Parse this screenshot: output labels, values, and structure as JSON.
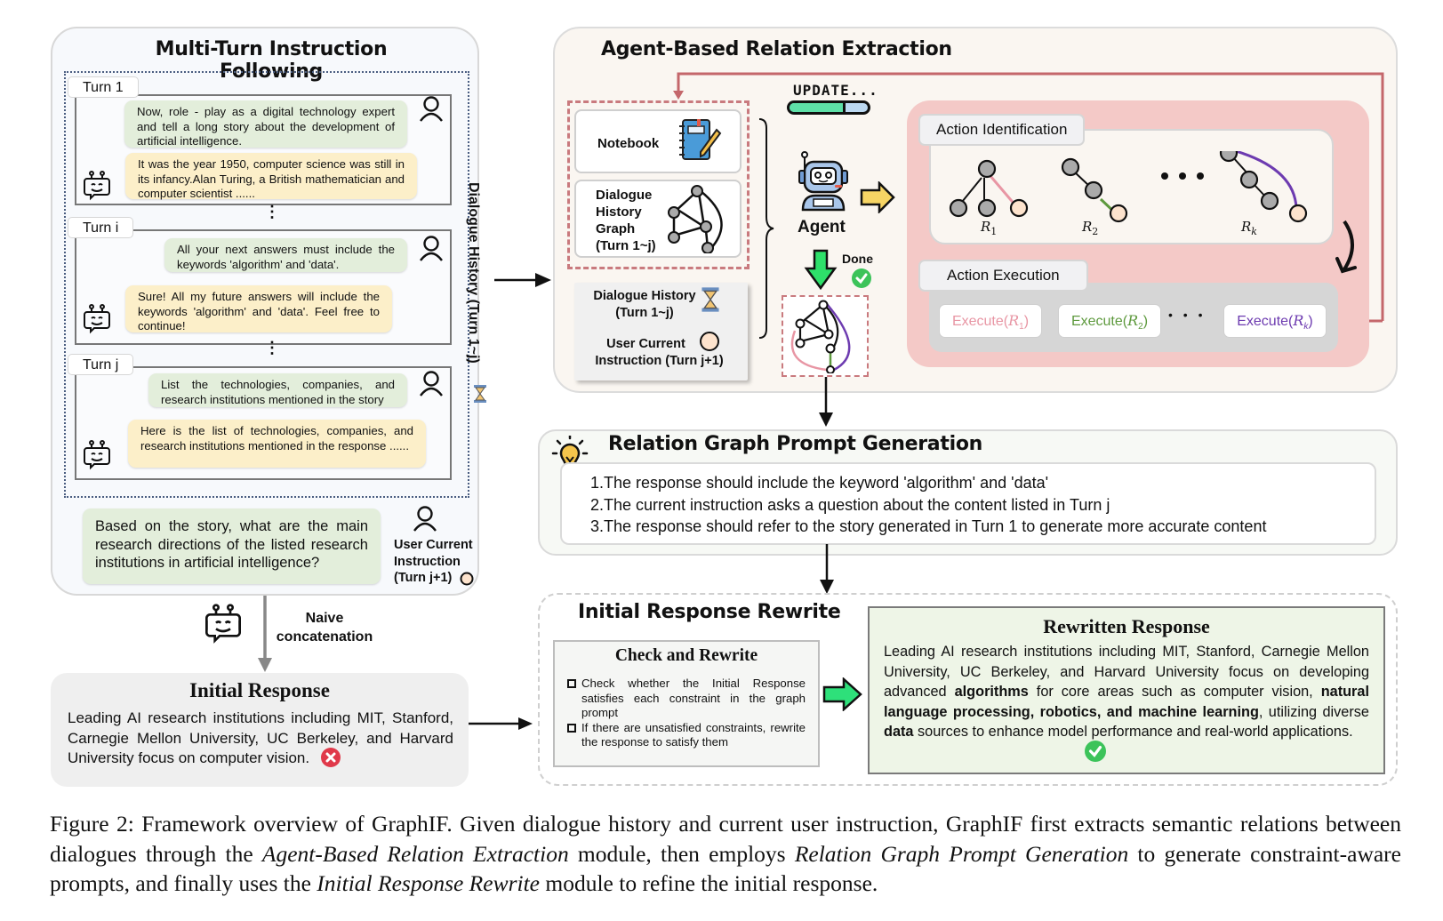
{
  "left": {
    "title": "Multi-Turn Instruction Following",
    "vertical_label": "Dialogue History (Turn 1~j)",
    "turns": [
      {
        "tab": "Turn 1",
        "user": "Now, role - play as a digital technology expert and tell a long story about the development of artificial intelligence.",
        "bot": "It was the year 1950, computer science was still in its infancy.Alan Turing, a British mathematician and computer scientist ......"
      },
      {
        "tab": "Turn i",
        "user": "All your next answers must include the keywords 'algorithm' and 'data'.",
        "bot": "Sure! All my future answers will include the keywords 'algorithm' and 'data'. Feel free to continue!"
      },
      {
        "tab": "Turn j",
        "user": "List the technologies, companies, and research institutions mentioned in the story",
        "bot": "Here is the list of technologies, companies, and research institutions mentioned in the response ......"
      }
    ],
    "current_instruction": "Based on the story, what are the main research directions of the listed research institutions in artificial intelligence?",
    "current_label_lines": [
      "User Current",
      "Instruction",
      "(Turn j+1)"
    ]
  },
  "naive": {
    "label_lines": [
      "Naive",
      "concatenation"
    ]
  },
  "initial_response": {
    "title": "Initial Response",
    "text": "Leading AI research institutions including MIT, Stanford, Carnegie Mellon University, UC Berkeley, and Harvard University focus on computer vision.",
    "status": "fail"
  },
  "agent": {
    "title": "Agent-Based Relation Extraction",
    "update_label": "UPDATE...",
    "update_progress": 0.72,
    "notebook_label": "Notebook",
    "graph_label_lines": [
      "Dialogue",
      "History",
      "Graph",
      "(Turn 1~j)"
    ],
    "history_label_lines": [
      "Dialogue History",
      "(Turn 1~j)"
    ],
    "instruction_label_lines": [
      "User Current",
      "Instruction (Turn j+1)"
    ],
    "agent_label": "Agent",
    "done_label": "Done",
    "action_identification": "Action Identification",
    "action_execution": "Action Execution",
    "relations": [
      {
        "name": "R",
        "sub": "1",
        "color": "#e896a4"
      },
      {
        "name": "R",
        "sub": "2",
        "color": "#5e9a3e"
      },
      {
        "name": "R",
        "sub": "k",
        "color": "#6d3bb0"
      }
    ],
    "execute_prefix": "Execute(",
    "execute_suffix": ")",
    "ellipsis": "• • •"
  },
  "prompt": {
    "title": "Relation Graph Prompt Generation",
    "items": [
      "1.The response should include the keyword 'algorithm' and 'data'",
      "2.The current instruction asks a question about the content listed in Turn j",
      "3.The response should refer to the story generated in Turn 1 to generate more accurate content"
    ]
  },
  "rewrite": {
    "title": "Initial Response Rewrite",
    "check_title": "Check and Rewrite",
    "check_items": [
      "Check whether the Initial Response satisfies each constraint in the graph prompt",
      "If there are unsatisfied constraints, rewrite the response to satisfy them"
    ],
    "rewritten_title": "Rewritten Response",
    "rewritten_segments": [
      {
        "t": "Leading AI research institutions including MIT, Stanford, Carnegie Mellon University, UC Berkeley, and Harvard University focus on developing advanced ",
        "b": false
      },
      {
        "t": "algorithms",
        "b": true
      },
      {
        "t": " for core areas such as computer vision, ",
        "b": false
      },
      {
        "t": "natural language processing, robotics, and machine learning",
        "b": true
      },
      {
        "t": ", utilizing diverse ",
        "b": false
      },
      {
        "t": "data",
        "b": true
      },
      {
        "t": " sources to enhance model performance and real-world applications.",
        "b": false
      }
    ],
    "status": "pass"
  },
  "caption": {
    "segments": [
      {
        "t": "Figure 2: Framework overview of GraphIF. Given dialogue history and current user instruction, GraphIF first extracts semantic relations between dialogues through the ",
        "i": false
      },
      {
        "t": "Agent-Based Relation Extraction",
        "i": true
      },
      {
        "t": " module, then employs ",
        "i": false
      },
      {
        "t": "Relation Graph Prompt Generation",
        "i": true
      },
      {
        "t": " to generate constraint-aware prompts, and finally uses the ",
        "i": false
      },
      {
        "t": "Initial Response Rewrite",
        "i": true
      },
      {
        "t": " module to refine the initial response.",
        "i": false
      }
    ]
  },
  "colors": {
    "user_bubble": "#e3eedb",
    "bot_bubble": "#fcefc9",
    "feedback_line": "#c4676b",
    "pink": "#e896a4",
    "green": "#5e9a3e",
    "purple": "#6d3bb0",
    "success": "#3cc35a",
    "fail": "#e0394a"
  }
}
